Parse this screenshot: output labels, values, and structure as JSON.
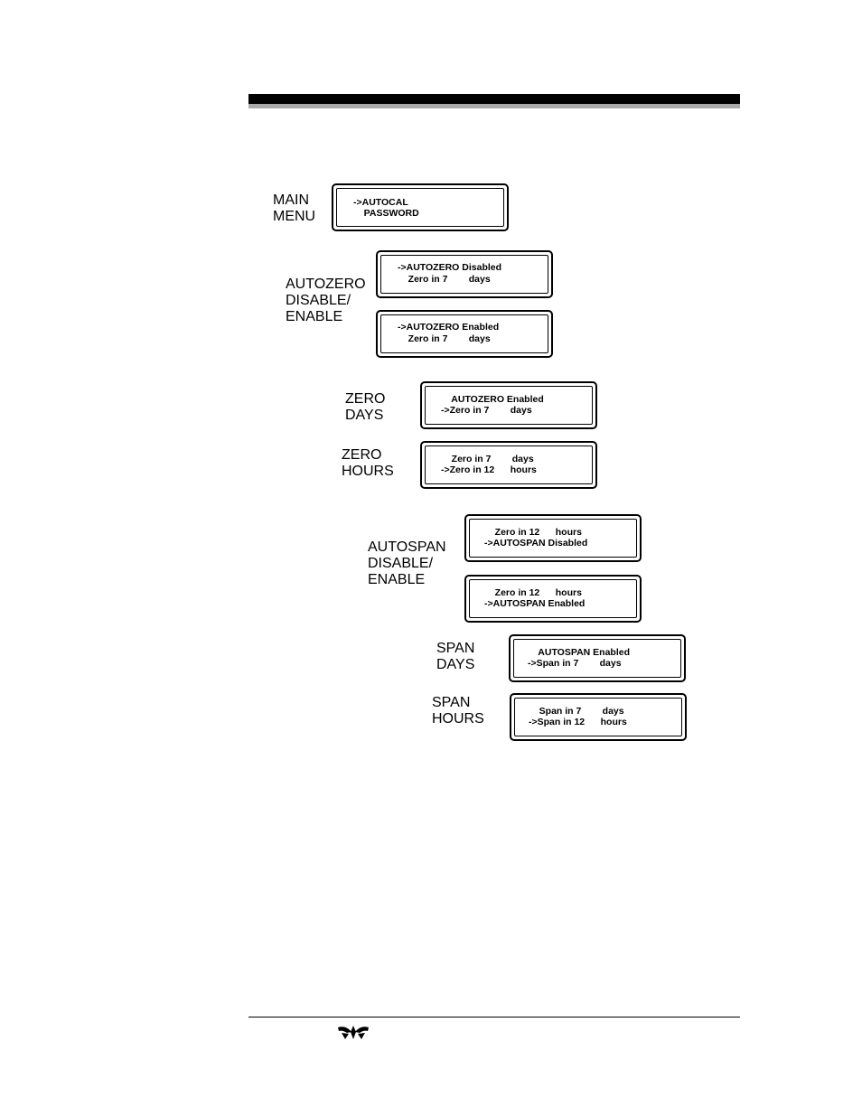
{
  "sections": [
    {
      "id": "main-menu",
      "label": [
        "MAIN",
        "MENU"
      ],
      "screens": [
        {
          "lines": [
            "->AUTOCAL",
            "    PASSWORD"
          ]
        }
      ]
    },
    {
      "id": "autozero-disable-enable",
      "label": [
        "AUTOZERO",
        "DISABLE/",
        "ENABLE"
      ],
      "screens": [
        {
          "lines": [
            "->AUTOZERO Disabled",
            "    Zero in 7        days"
          ]
        },
        {
          "lines": [
            "->AUTOZERO Enabled",
            "    Zero in 7        days"
          ]
        }
      ]
    },
    {
      "id": "zero-days",
      "label": [
        "ZERO",
        "DAYS"
      ],
      "screens": [
        {
          "lines": [
            "    AUTOZERO Enabled",
            "->Zero in 7        days"
          ]
        }
      ]
    },
    {
      "id": "zero-hours",
      "label": [
        "ZERO",
        "HOURS"
      ],
      "screens": [
        {
          "lines": [
            "    Zero in 7        days",
            "->Zero in 12      hours"
          ]
        }
      ]
    },
    {
      "id": "autospan-disable-enable",
      "label": [
        "AUTOSPAN",
        "DISABLE/",
        "ENABLE"
      ],
      "screens": [
        {
          "lines": [
            "    Zero in 12      hours",
            "->AUTOSPAN Disabled"
          ]
        },
        {
          "lines": [
            "    Zero in 12      hours",
            "->AUTOSPAN Enabled"
          ]
        }
      ]
    },
    {
      "id": "span-days",
      "label": [
        "SPAN",
        "DAYS"
      ],
      "screens": [
        {
          "lines": [
            "    AUTOSPAN Enabled",
            "->Span in 7        days"
          ]
        }
      ]
    },
    {
      "id": "span-hours",
      "label": [
        "SPAN",
        "HOURS"
      ],
      "screens": [
        {
          "lines": [
            "    Span in 7        days",
            "->Span in 12      hours"
          ]
        }
      ]
    }
  ],
  "colors": {
    "rule": "#000000",
    "rule_shadow": "#a9a9a9"
  },
  "footer": {
    "logo_icon": "teledyne-logo-icon"
  }
}
